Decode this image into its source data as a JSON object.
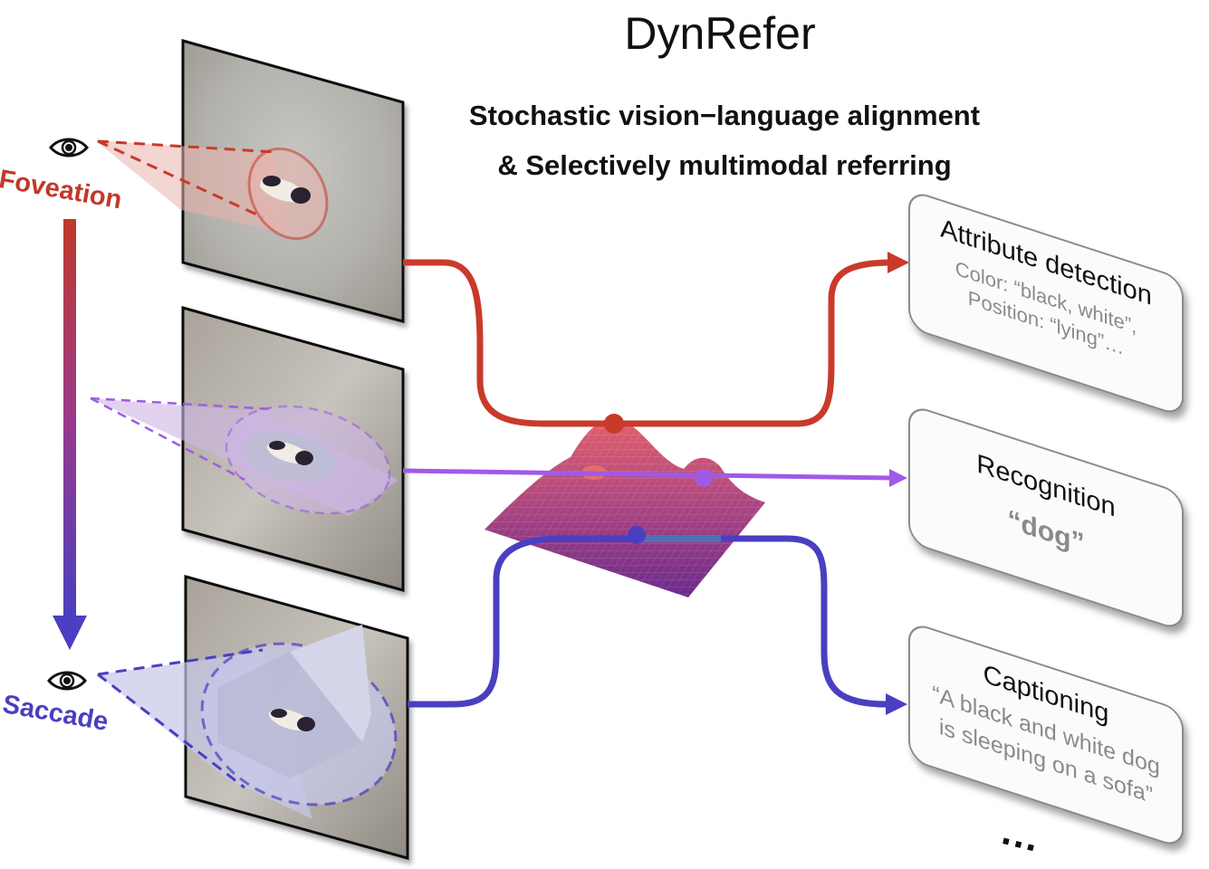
{
  "title": "DynRefer",
  "subtitle": {
    "line1": "Stochastic vision−language alignment",
    "line2": "& Selectively multimodal referring"
  },
  "left_axis": {
    "top_label": "Foveation",
    "bottom_label": "Saccade",
    "icon": "eye-icon",
    "colors": {
      "top": "#c0392b",
      "bottom": "#4a3fc0"
    }
  },
  "views": [
    {
      "name": "foveation-view",
      "color": "#c93a2a",
      "fill": "#e9b3ad"
    },
    {
      "name": "intermediate-view",
      "color": "#a05ae8",
      "fill": "#cdb6e6"
    },
    {
      "name": "saccade-view",
      "color": "#4a3fc0",
      "fill": "#c6c8ea"
    }
  ],
  "tasks": [
    {
      "title": "Attribute detection",
      "lines": [
        "Color: “black, white”,",
        "Position: “lying”…"
      ],
      "color": "#c93a2a"
    },
    {
      "title": "Recognition",
      "lines": [
        "“dog”"
      ],
      "color": "#a05ae8"
    },
    {
      "title": "Captioning",
      "lines": [
        "“A black and white dog",
        "is sleeping on a sofa”"
      ],
      "color": "#4a3fc0"
    }
  ],
  "more": "…"
}
